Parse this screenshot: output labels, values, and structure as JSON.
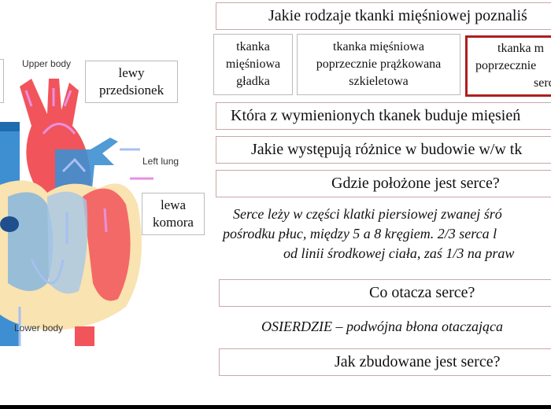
{
  "slide": {
    "q1": "Jakie rodzaje tkanki mięśniowej poznaliś",
    "tissues": [
      {
        "label": "tkanka mięśniowa gładka"
      },
      {
        "label": "tkanka mięśniowa poprzecznie prążkowana szkieletowa"
      },
      {
        "label": "tkanka m poprzecznie serc",
        "highlighted": true
      }
    ],
    "q2": "Która z wymienionych tkanek buduje mięsień",
    "q3": "Jakie występują różnice w budowie w/w tk",
    "q4": "Gdzie położone jest serce?",
    "a4": [
      "Serce leży w części klatki piersiowej zwanej śró",
      "pośrodku płuc, między 5 a 8 kręgiem. 2/3 serca l",
      "od linii środkowej ciała, zaś 1/3 na praw"
    ],
    "q5": "Co otacza serce?",
    "a5": "OSIERDZIE – podwójna błona otaczająca",
    "q6": "Jak zbudowane jest serce?"
  },
  "diagram": {
    "upper_body": "Upper body",
    "left_lung": "Left lung",
    "lower_body": "Lower body",
    "label_left_atrium": "lewy przedsionek",
    "label_left_ventricle": "lewa komora"
  },
  "colors": {
    "highlight": "#b01e1e",
    "oxygenated": "#f2545b",
    "deoxygenated": "#3d8fd1",
    "wall": "#f9e3b0",
    "arrow": "#e890e0"
  }
}
